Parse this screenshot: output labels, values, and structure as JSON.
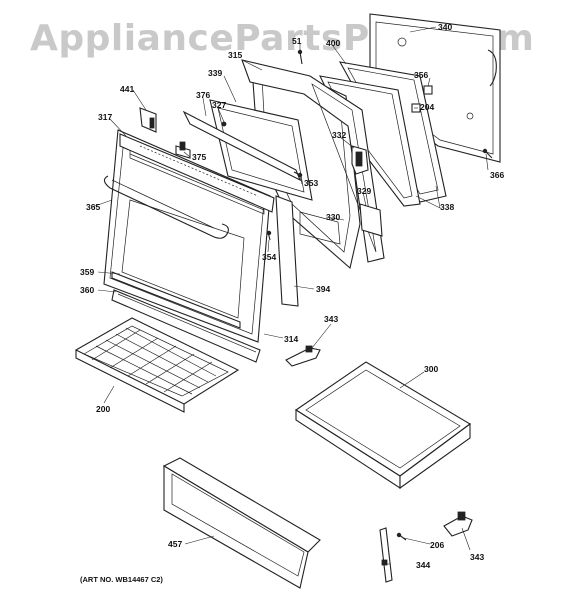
{
  "watermark": "AppliancePartsPros.com",
  "art_number": "(ART NO. WB14467 C2)",
  "callouts": [
    "340",
    "315",
    "51",
    "400",
    "339",
    "356",
    "441",
    "376",
    "327",
    "204",
    "317",
    "332",
    "375",
    "353",
    "366",
    "329",
    "338",
    "365",
    "330",
    "354",
    "359",
    "394",
    "360",
    "343",
    "314",
    "300",
    "200",
    "457",
    "206",
    "344",
    "343"
  ]
}
